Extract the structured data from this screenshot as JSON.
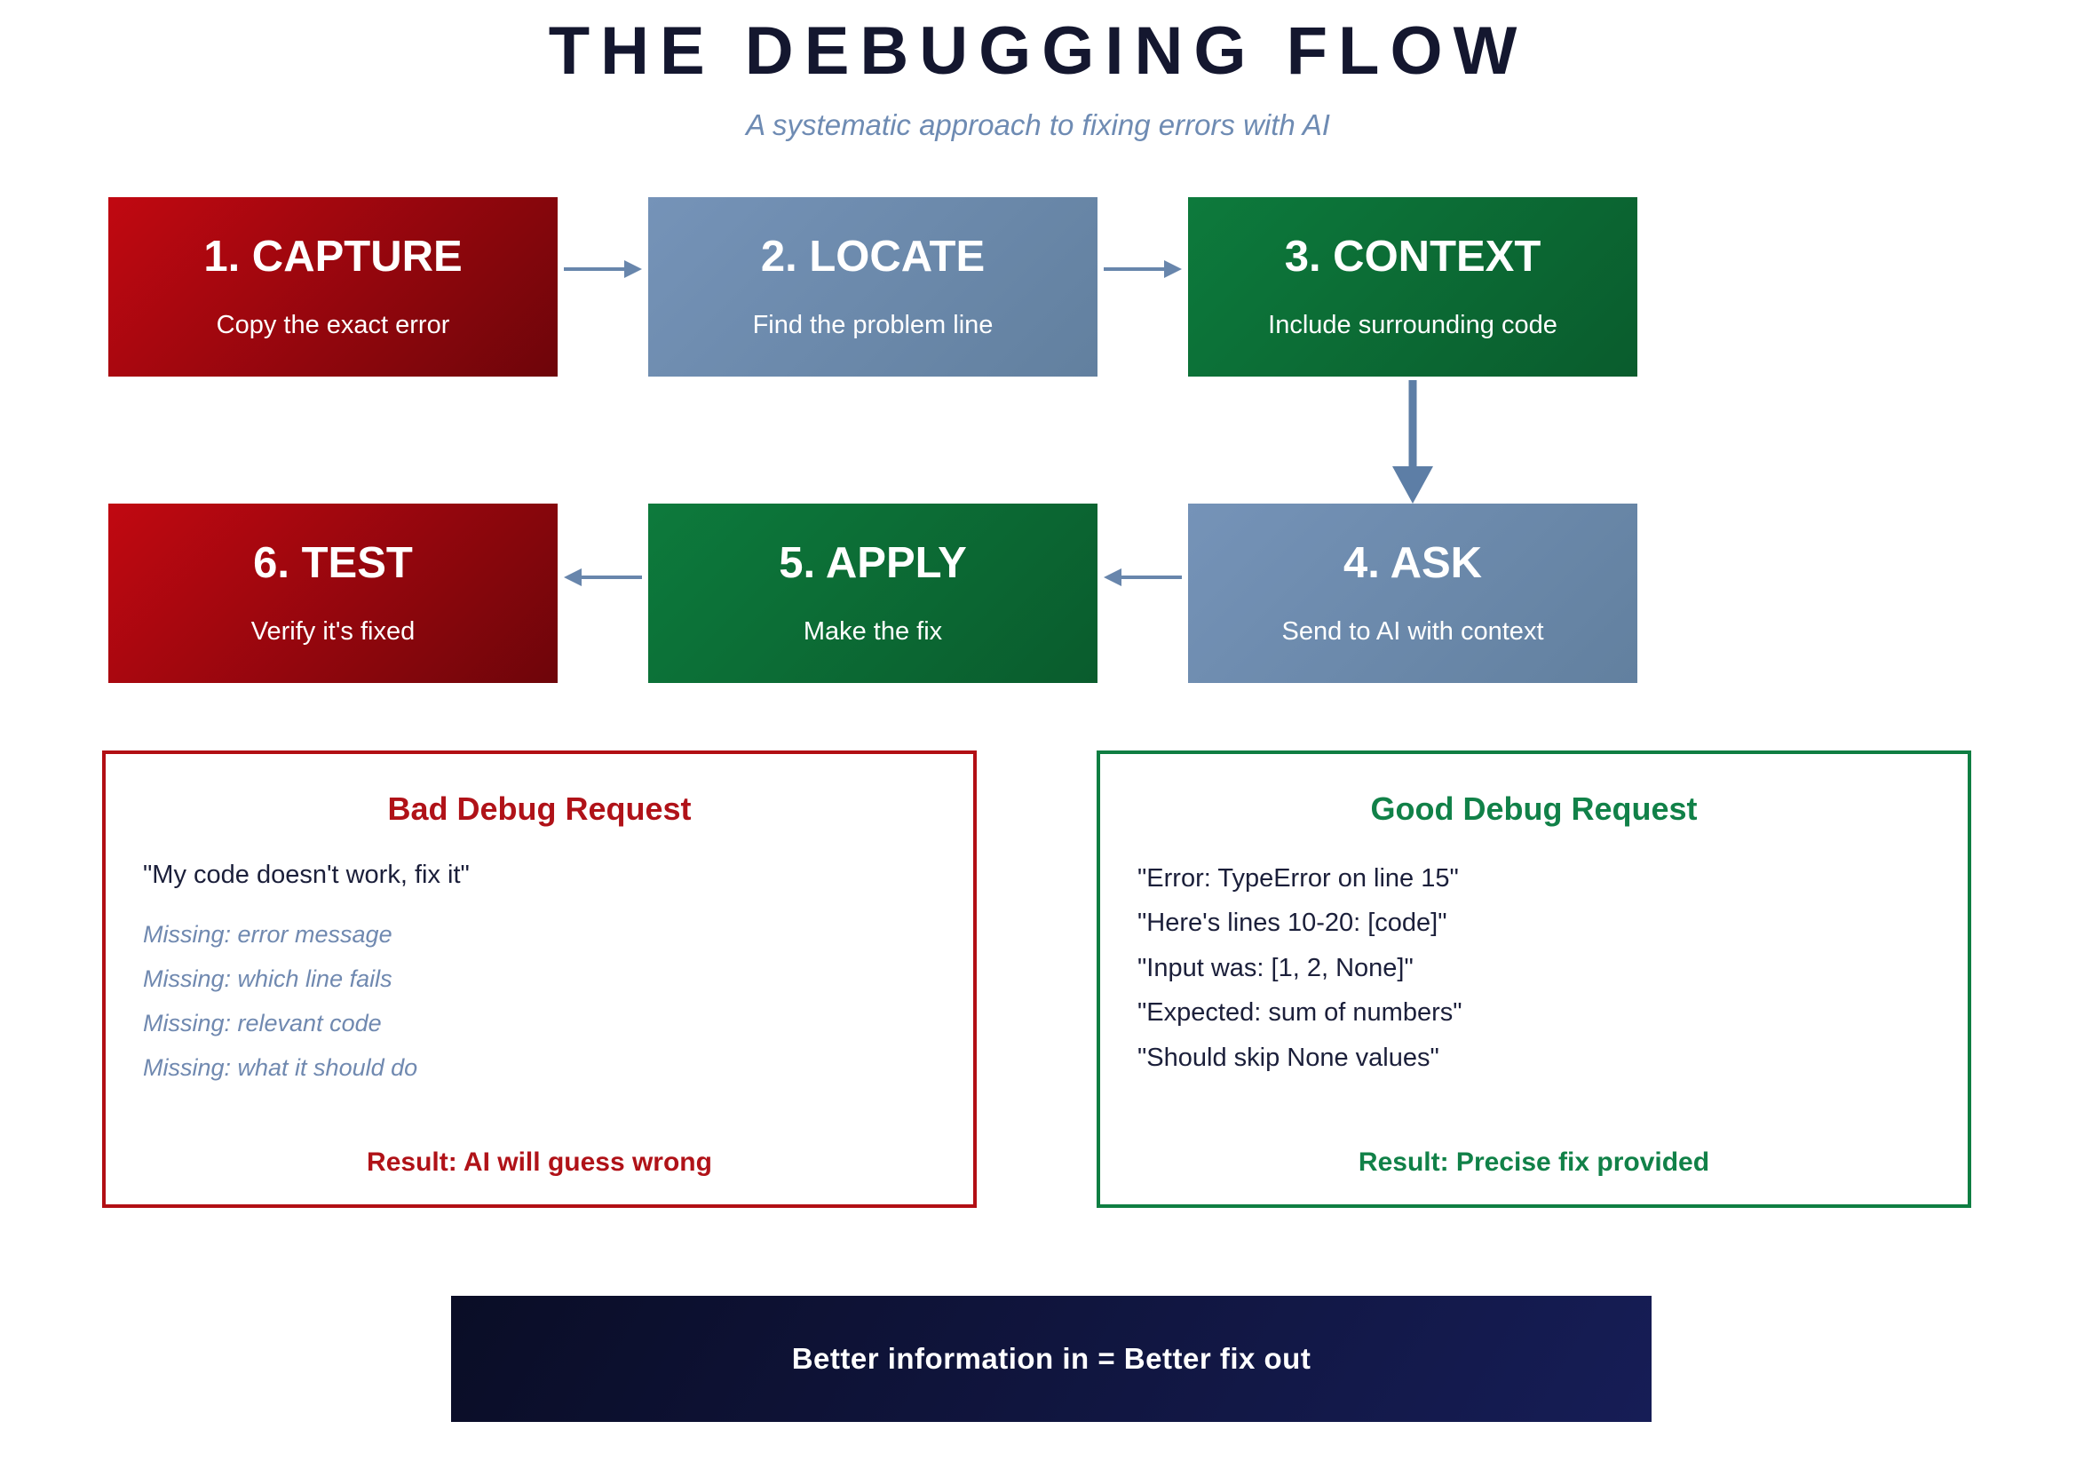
{
  "header": {
    "title": "THE DEBUGGING FLOW",
    "subtitle": "A systematic approach to fixing errors with AI"
  },
  "flow": {
    "steps": [
      {
        "title": "1. CAPTURE",
        "subtitle": "Copy the exact error",
        "color": "red"
      },
      {
        "title": "2. LOCATE",
        "subtitle": "Find the problem line",
        "color": "blue"
      },
      {
        "title": "3. CONTEXT",
        "subtitle": "Include surrounding code",
        "color": "green"
      },
      {
        "title": "4. ASK",
        "subtitle": "Send to AI with context",
        "color": "blue"
      },
      {
        "title": "5. APPLY",
        "subtitle": "Make the fix",
        "color": "green"
      },
      {
        "title": "6. TEST",
        "subtitle": "Verify it's fixed",
        "color": "red"
      }
    ]
  },
  "panels": {
    "bad": {
      "title": "Bad Debug Request",
      "quote": "\"My code doesn't work, fix it\"",
      "missing": [
        "Missing: error message",
        "Missing: which line fails",
        "Missing: relevant code",
        "Missing: what it should do"
      ],
      "result": "Result: AI will guess wrong"
    },
    "good": {
      "title": "Good Debug Request",
      "lines": [
        "\"Error: TypeError on line 15\"",
        "\"Here's lines 10-20: [code]\"",
        "\"Input was: [1, 2, None]\"",
        "\"Expected: sum of numbers\"",
        "\"Should skip None values\""
      ],
      "result": "Result: Precise fix provided"
    }
  },
  "banner": {
    "text": "Better information in = Better fix out"
  },
  "colors": {
    "title_text": "#14172f",
    "subtitle_text": "#6e8bb3",
    "step_red_gradient": [
      "#c10811",
      "#6e050a"
    ],
    "step_blue_gradient": [
      "#7593b8",
      "#62809f"
    ],
    "step_green_gradient": [
      "#0d7a3c",
      "#0a5c2d"
    ],
    "arrow": "#6886ac",
    "arrow_down": "#5d7ea6",
    "bad_accent": "#b01218",
    "bad_border": "#b20f14",
    "good_accent": "#118148",
    "good_border": "#0f7e42",
    "body_text": "#1b1f3a",
    "missing_text": "#7089b0",
    "banner_gradient": [
      "#0a0d26",
      "#161d56"
    ],
    "banner_text": "#ffffff"
  }
}
